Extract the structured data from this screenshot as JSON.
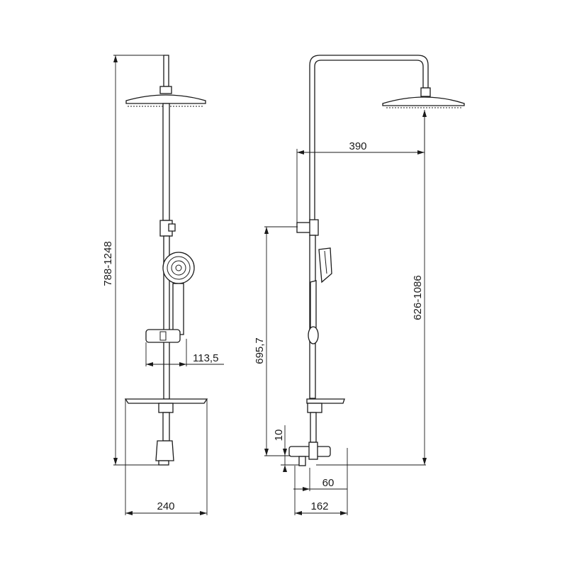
{
  "drawing": {
    "front_view": {
      "dim_total_height": "788-1248",
      "dim_holder_offset": "113,5",
      "dim_width": "240"
    },
    "side_view": {
      "dim_arm_length": "390",
      "dim_bar_height": "626-1086",
      "dim_bracket_height": "695,7",
      "dim_outlet_offset": "10",
      "dim_inlet_projection": "60",
      "dim_depth": "162"
    }
  }
}
